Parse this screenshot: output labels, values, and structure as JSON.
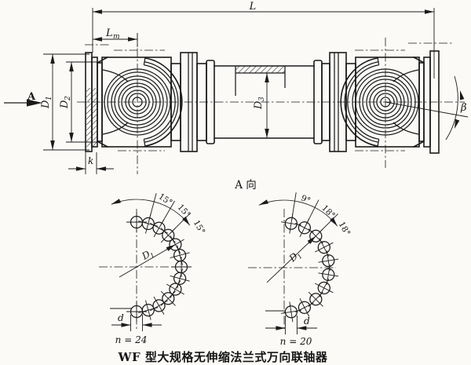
{
  "colors": {
    "paper": "#fbfaf7",
    "ink": "#1b1b1b"
  },
  "caption": "WF 型大规格无伸缩法兰式万向联轴器",
  "section_view_label": "A 向",
  "main_view": {
    "view_arrow": "A",
    "dim_L": "L",
    "dim_Lm": {
      "base": "L",
      "sub": "m"
    },
    "dim_D1": {
      "base": "D",
      "sub": "1"
    },
    "dim_D2": {
      "base": "D",
      "sub": "2"
    },
    "dim_D3": {
      "base": "D",
      "sub": "3"
    },
    "dim_k": "k",
    "dim_beta": "β"
  },
  "bolt_view_left": {
    "angle_labels": [
      "15°",
      "15°",
      "15°"
    ],
    "bolt_circle_dia": {
      "base": "D",
      "sub": "1"
    },
    "hole_dia_label": "d",
    "hole_count_label": "n = 24"
  },
  "bolt_view_right": {
    "angle_labels": [
      "9°",
      "18°",
      "18°"
    ],
    "bolt_circle_dia": {
      "base": "D",
      "sub": "1"
    },
    "hole_dia_label": "d",
    "hole_count_label": "n = 20"
  }
}
